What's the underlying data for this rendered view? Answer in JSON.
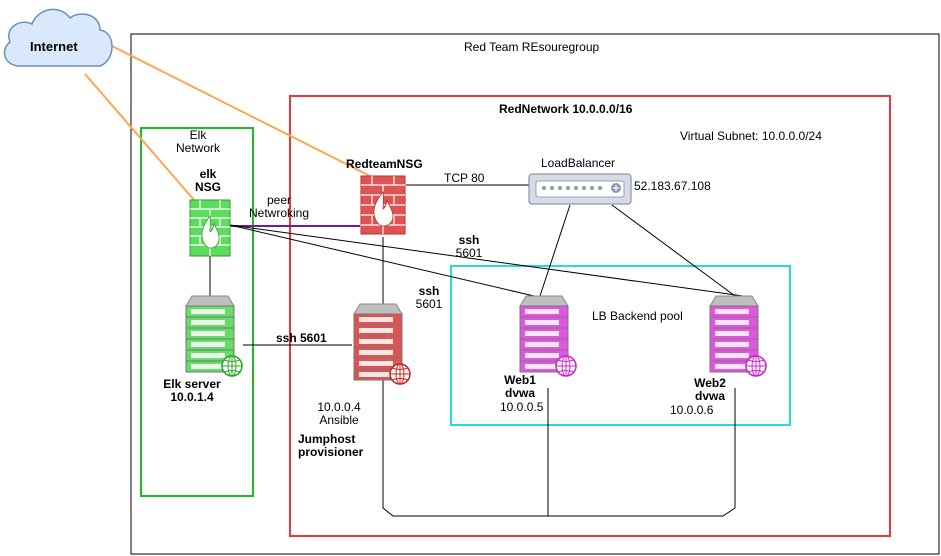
{
  "labels": {
    "internet": "Internet",
    "resource_group": "Red Team REsouregroup",
    "red_network": "RedNetwork 10.0.0.0/16",
    "virtual_subnet": "Virtual Subnet: 10.0.0.0/24",
    "elk_network_line1": "Elk",
    "elk_network_line2": "Network",
    "elk_nsg_line1": "elk",
    "elk_nsg_line2": "NSG",
    "peer_line1": "peer",
    "peer_line2": "Netwroking",
    "redteam_nsg": "RedteamNSG",
    "tcp80": "TCP 80",
    "loadbalancer": "LoadBalancer",
    "lb_ip": "52.183.67.108",
    "ssh_top_line1": "ssh",
    "ssh_top_line2": "5601",
    "ssh_mid_line1": "ssh",
    "ssh_mid_line2": "5601",
    "ssh_elk": "ssh 5601",
    "lb_backend_pool": "LB Backend pool",
    "elk_server_line1": "Elk server",
    "elk_server_line2": "10.0.1.4",
    "jump_ip": "10.0.0.4",
    "jump_ansible": "Ansible",
    "jump_line1": "Jumphost",
    "jump_line2": "provisioner",
    "web1_line1": "Web1",
    "web1_line2": "dvwa",
    "web1_ip": "10.0.0.5",
    "web2_line1": "Web2",
    "web2_line2": "dvwa",
    "web2_ip": "10.0.0.6"
  },
  "colors": {
    "resource_group_border": "#000000",
    "red_network_border": "#e83838",
    "elk_network_border": "#22bb22",
    "lb_pool_border": "#22dddd",
    "internet_link": "#ffa54f",
    "peering_link": "#6a1bb0",
    "firewall_red": "#e05353",
    "firewall_green": "#5fdb5f",
    "server_red": "#e05353",
    "server_green": "#66dd66",
    "server_magenta": "#e155e1",
    "cloud_fill": "#dae8fc",
    "cloud_stroke": "#6c8ebf"
  },
  "icons": [
    "cloud-icon",
    "firewall-icon",
    "server-icon",
    "globe-icon",
    "load-balancer-icon"
  ]
}
